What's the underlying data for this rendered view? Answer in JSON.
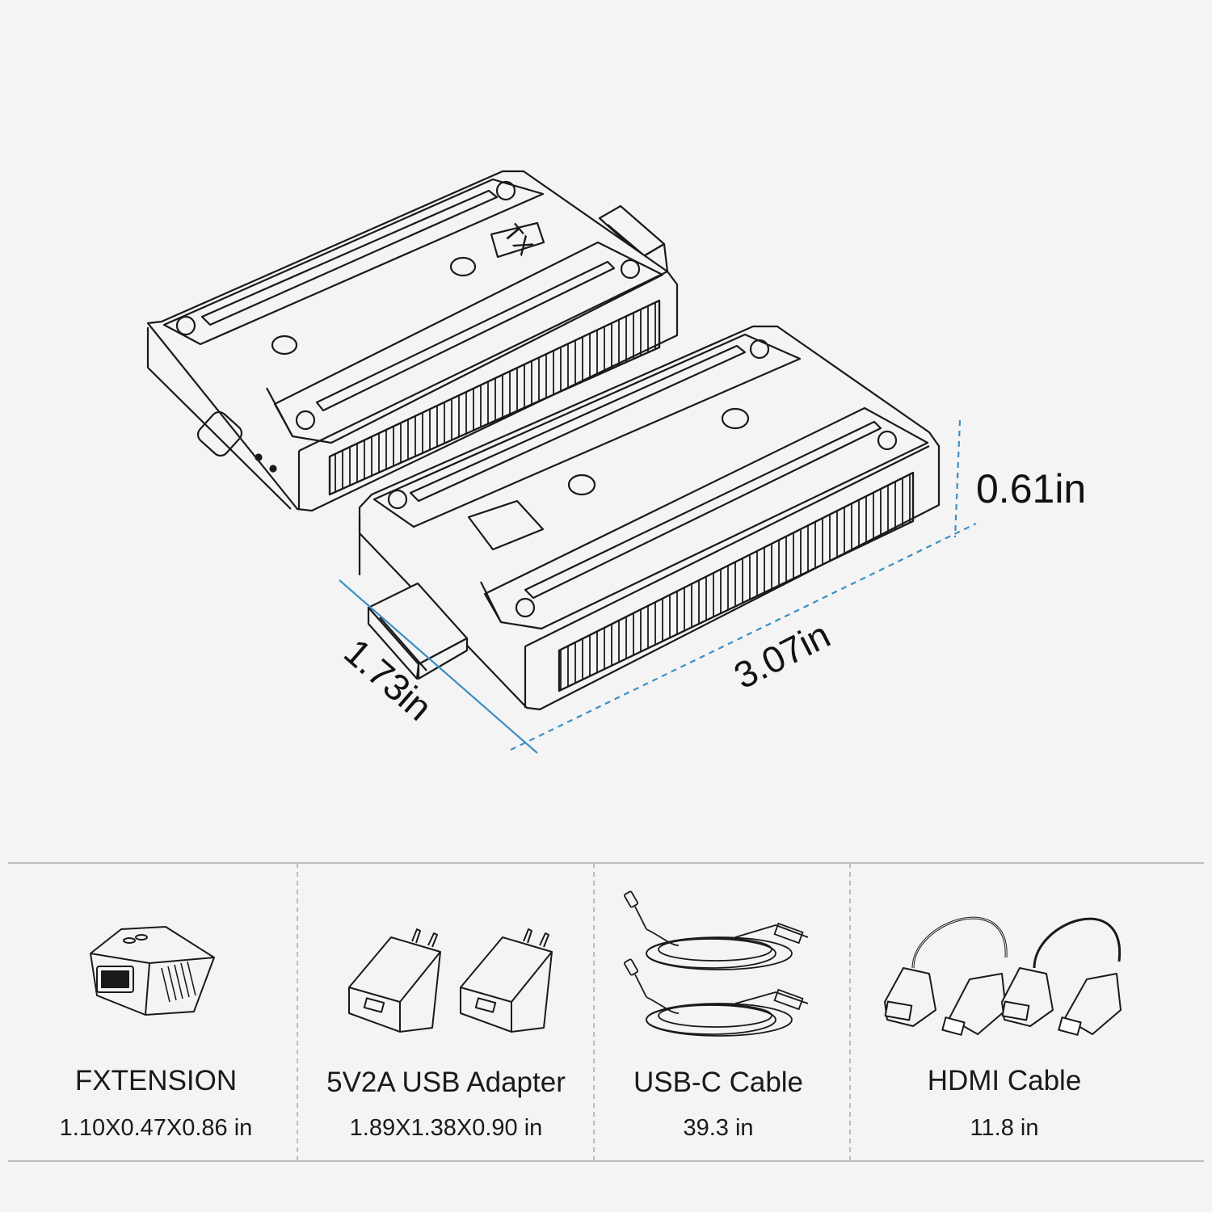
{
  "device": {
    "tx_label": "TX",
    "dimensions": {
      "height": "0.61in",
      "length": "3.07in",
      "width": "1.73in"
    }
  },
  "colors": {
    "background": "#f4f4f4",
    "outline": "#1a1a1a",
    "dimension_line": "#3b8fc4",
    "separator": "#bdbdbd"
  },
  "accessories": [
    {
      "icon": "hdmi-extension-adapter-icon",
      "name": "FXTENSION",
      "size": "1.10X0.47X0.86 in"
    },
    {
      "icon": "usb-power-adapter-icon",
      "name": "5V2A USB Adapter",
      "size": "1.89X1.38X0.90 in"
    },
    {
      "icon": "usb-c-cable-icon",
      "name": "USB-C Cable",
      "size": "39.3 in"
    },
    {
      "icon": "hdmi-cable-icon",
      "name": "HDMI Cable",
      "size": "11.8 in"
    }
  ]
}
